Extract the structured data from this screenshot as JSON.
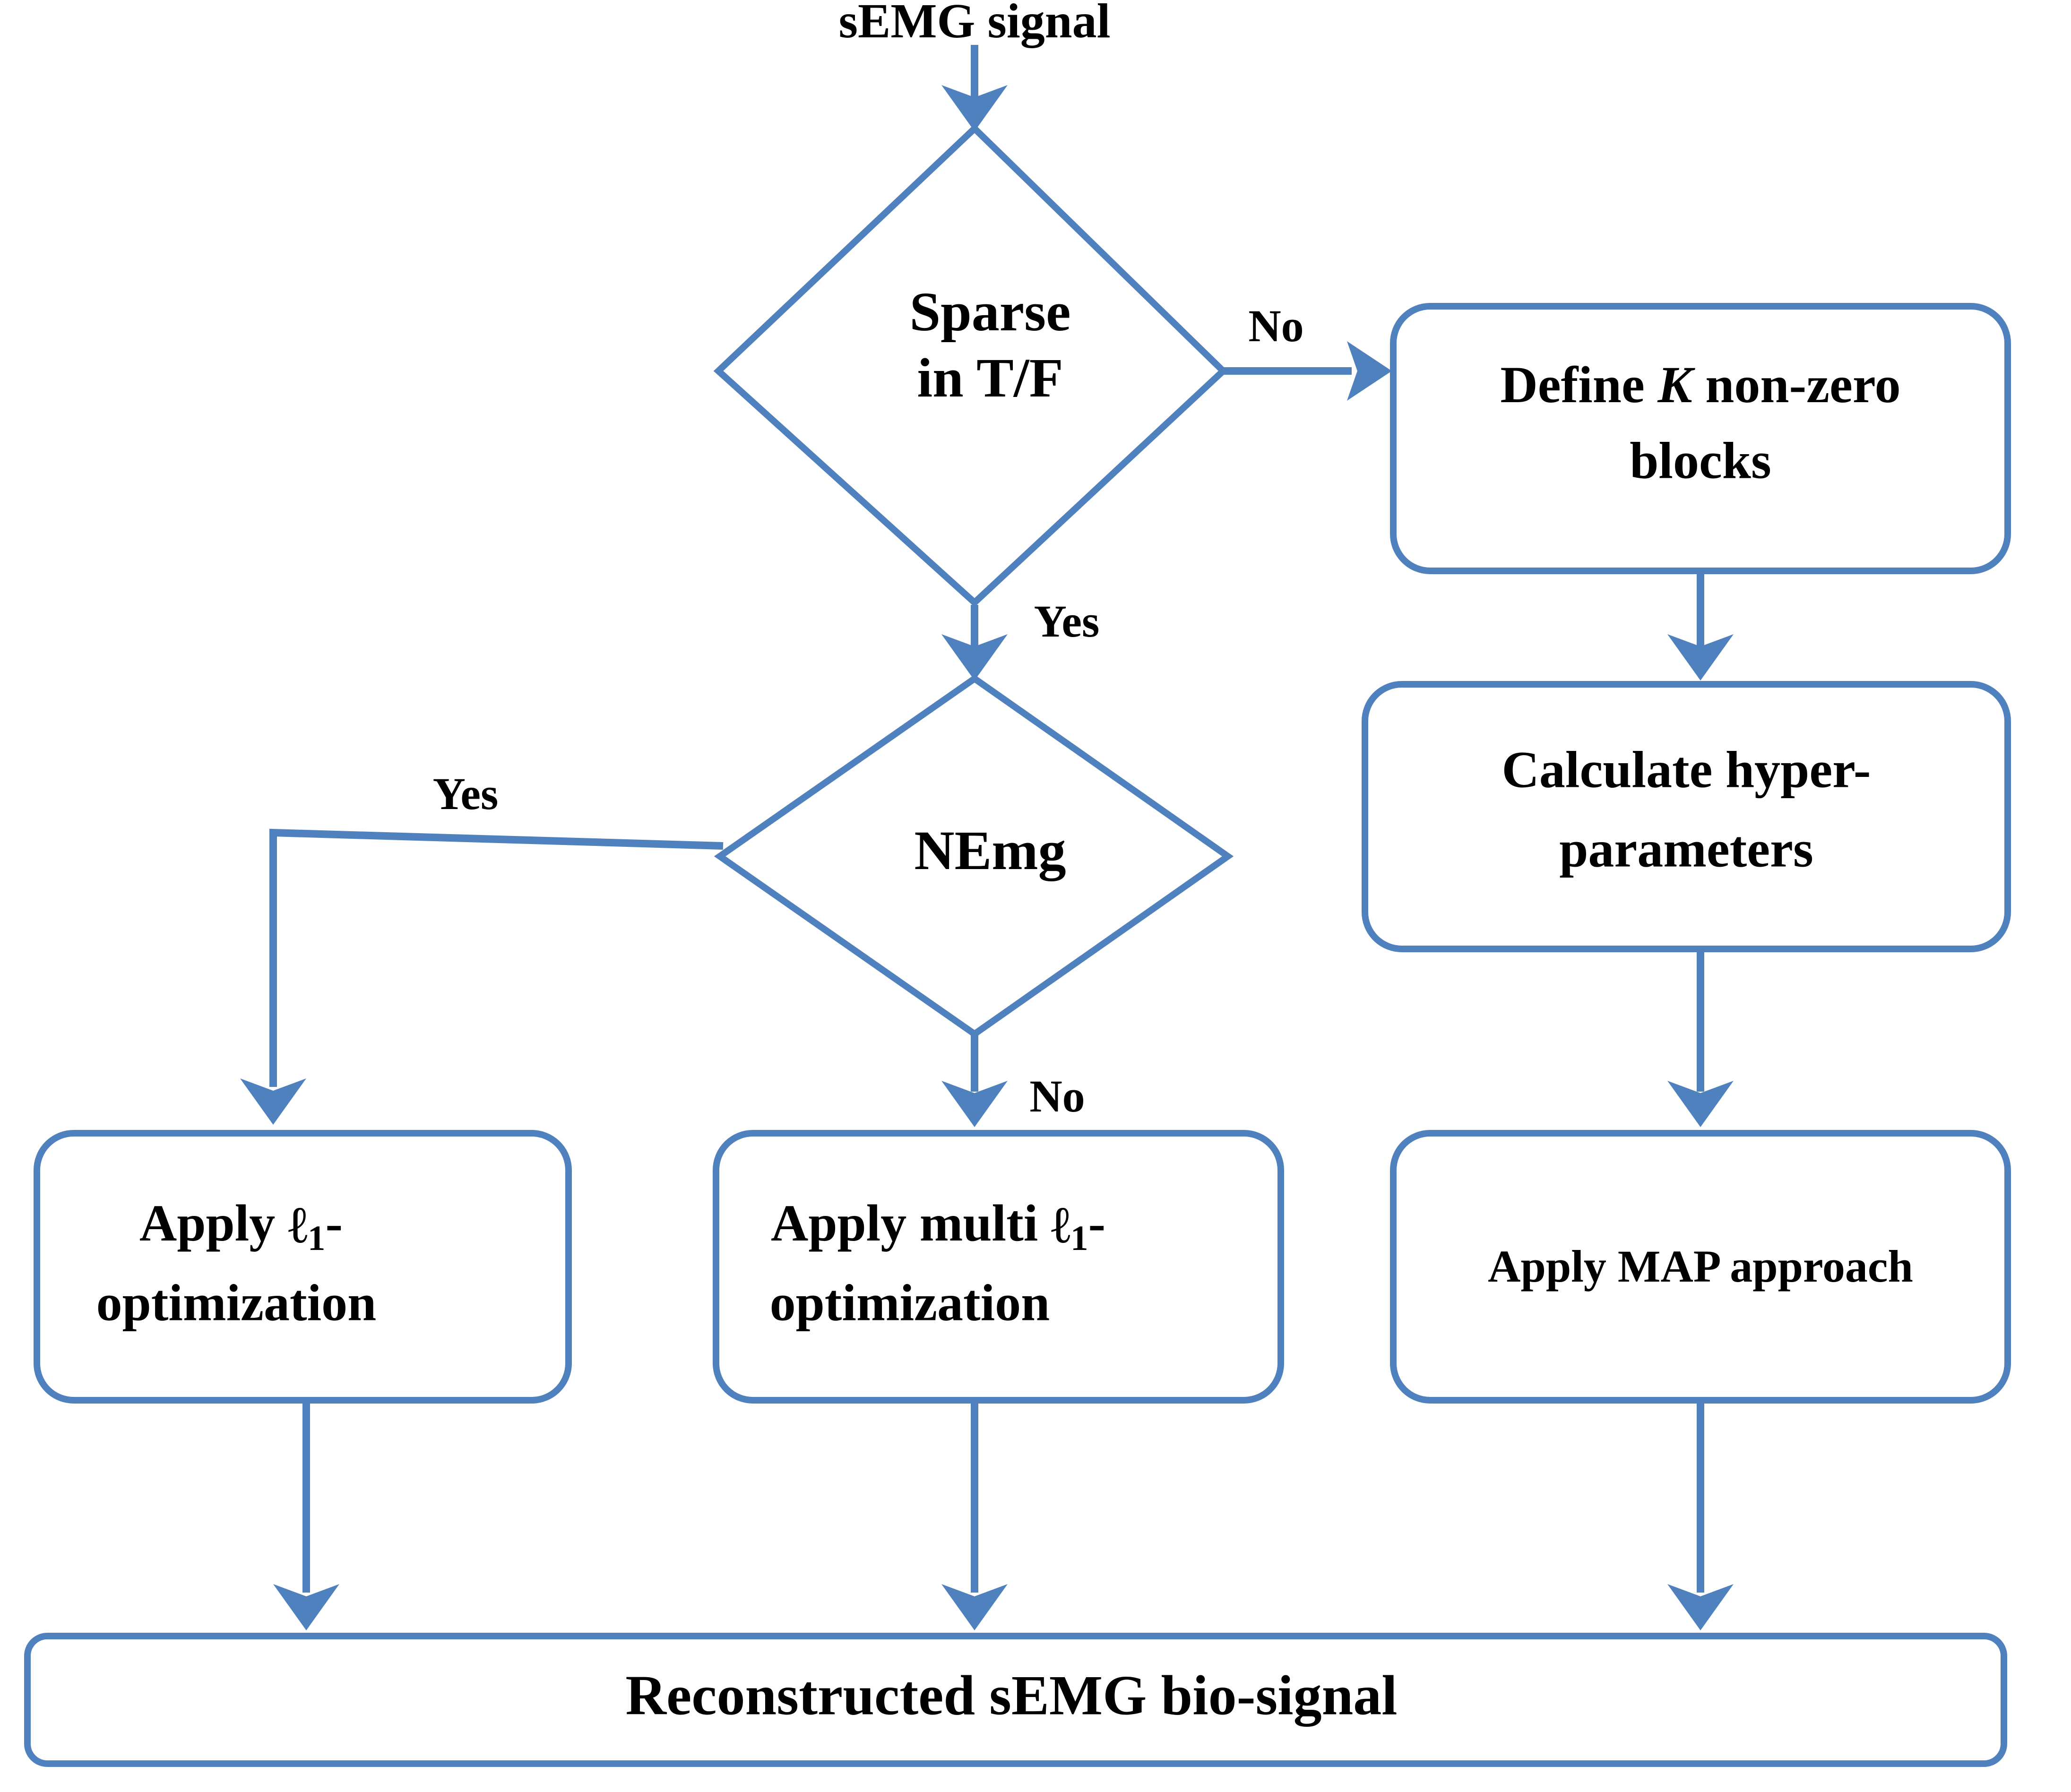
{
  "diagram": {
    "title": "sEMG signal",
    "accent_color": "#4E81BD",
    "text_color": "#000000",
    "background_color": "#FFFFFF"
  },
  "nodes": {
    "start_label": "sEMG signal",
    "decision_sparse_line1": "Sparse",
    "decision_sparse_line2": "in T/F",
    "decision_nemg": "NEmg",
    "define_blocks_line1_a": "Define ",
    "define_blocks_line1_b": "K",
    "define_blocks_line1_c": " non-zero",
    "define_blocks_line2": "blocks",
    "calc_hyper_line1": "Calculate hyper-",
    "calc_hyper_line2": "parameters",
    "apply_l1_line1_a": "Apply ",
    "apply_l1_line1_b": "ℓ",
    "apply_l1_line1_c": "1",
    "apply_l1_line1_d": "-",
    "apply_l1_line2": "optimization",
    "apply_multi_l1_line1_a": "Apply multi ",
    "apply_multi_l1_line1_b": "ℓ",
    "apply_multi_l1_line1_c": "1",
    "apply_multi_l1_line1_d": "-",
    "apply_multi_l1_line2": "optimization",
    "apply_map": "Apply MAP approach",
    "reconstructed": "Reconstructed sEMG bio-signal"
  },
  "edge_labels": {
    "sparse_no": "No",
    "sparse_yes": "Yes",
    "nemg_yes": "Yes",
    "nemg_no": "No"
  }
}
